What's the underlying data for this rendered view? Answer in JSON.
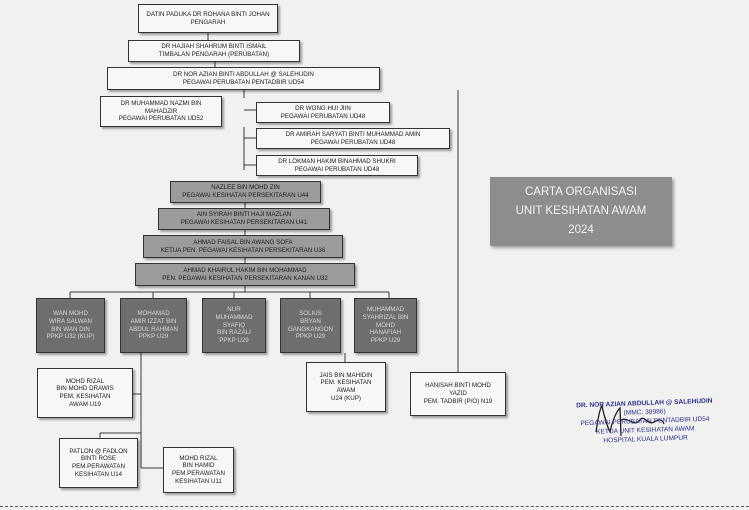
{
  "title": {
    "line1": "CARTA ORGANISASI",
    "line2": "UNIT KESIHATAN AWAM",
    "line3": "2024"
  },
  "nodes": {
    "pengarah": {
      "name": "DATIN PADUKA DR ROHANA BINTI JOHAN",
      "role": "PENGARAH"
    },
    "timbalan": {
      "name": "DR HAJIAH SHAHRUM BINTI ISMAIL",
      "role": "TIMBALAN PENGARAH (PERUBATAN)"
    },
    "pentadbir": {
      "name": "DR NOR AZIAN BINTI ABDULLAH @ SALEHUDIN",
      "role": "PEGAWAI PERUBATAN PENTADBIR UD54"
    },
    "nazmi": {
      "name1": "DR MUHAMMAD NAZMI BIN",
      "name2": "MAHADZIR",
      "role": "PEGAWAI PERUBATAN UD52"
    },
    "wong": {
      "name": "DR WONG HUI JIIN",
      "role": "PEGAWAI PERUBATAN UD48"
    },
    "amirah": {
      "name": "DR AMIRAH SARYATI BINTI MUHAMMAD AMIN",
      "role": "PEGAWAI PERUBATAN UD48"
    },
    "lokman": {
      "name": "DR LOKMAN HAKIM BINAHMAD SHUKRI",
      "role": "PEGAWAI PERUBATAN UD48"
    },
    "nazlee": {
      "name": "NAZLEE BIN MOHD ZIN",
      "role": "PEGAWAI KESIHATAN PERSEKITARAN U44"
    },
    "ain": {
      "name": "AIN SYIRAH BINTI HAJI MAZLAN",
      "role": "PEGAWAI KESIHATAN PERSEKITARAN U41"
    },
    "faisal": {
      "name": "AHMAD FAISAL BIN AWANG SOFA",
      "role": "KETUA PEN. PEGAWAI KESIHATAN PERSEKITARAN U36"
    },
    "khairul": {
      "name": "AHMAD KHAIRUL HAKIM BIN MOHAMMAD",
      "role": "PEN. PEGAWAI KESIHATAN PERSEKITARAN KANAN U32"
    },
    "wan": {
      "l1": "WAN MOHD",
      "l2": "WIRA SALWAN",
      "l3": "BIN WAN DIN",
      "l4": "PPKP U32 (KUP)"
    },
    "amir": {
      "l1": "MOHAMAD",
      "l2": "AMIR IZZAT BIN",
      "l3": "ABDUL RAHMAN",
      "l4": "PPKP U29"
    },
    "nur": {
      "l1": "NUR",
      "l2": "MUHAMMAD",
      "l3": "SYAFIQ",
      "l4": "BIN RAZALI",
      "l5": "PPKP U29"
    },
    "solius": {
      "l1": "SOLIUS",
      "l2": "BRYAN",
      "l3": "GANGKANGON",
      "l4": "PPKP U29"
    },
    "syahrizal": {
      "l1": "MUHAMMAD",
      "l2": "SYAHRIZAL BIN",
      "l3": "MOHD",
      "l4": "HANAFIAH",
      "l5": "PPKP U29"
    },
    "rizal1": {
      "l1": "MOHD RIZAL",
      "l2": "BIN MOHD DRAWIS",
      "l3": "PEM. KESIHATAN",
      "l4": "AWAM U19"
    },
    "jais": {
      "l1": "JAIS BIN MAHIDIN",
      "l2": "PEM. KESIHATAN",
      "l3": "AWAM",
      "l4": "U24 (KUP)"
    },
    "hanisah": {
      "l1": "HANISAH BINTI MOHD",
      "l2": "YAZID",
      "l3": "PEM. TADBIR (P/O) N19"
    },
    "patlon": {
      "l1": "PATLON @ FADLON",
      "l2": "BINTI ROSE",
      "l3": "PEM.PERAWATAN",
      "l4": "KESIHATAN U14"
    },
    "rizal2": {
      "l1": "MOHD RIZAL",
      "l2": "BIN HAMID",
      "l3": "PEM.PERAWATAN",
      "l4": "KESIHATAN U11"
    }
  },
  "signature": {
    "name": "DR. NOR AZIAN ABDULLAH @ SALEHUDIN",
    "mmc": "(MMC: 38986)",
    "role": "PEGAWAI PERUBATAN PENTADBIR UD54",
    "unit": "KETUA UNIT KESIHATAN AWAM",
    "hospital": "HOSPITAL KUALA LUMPUR"
  }
}
